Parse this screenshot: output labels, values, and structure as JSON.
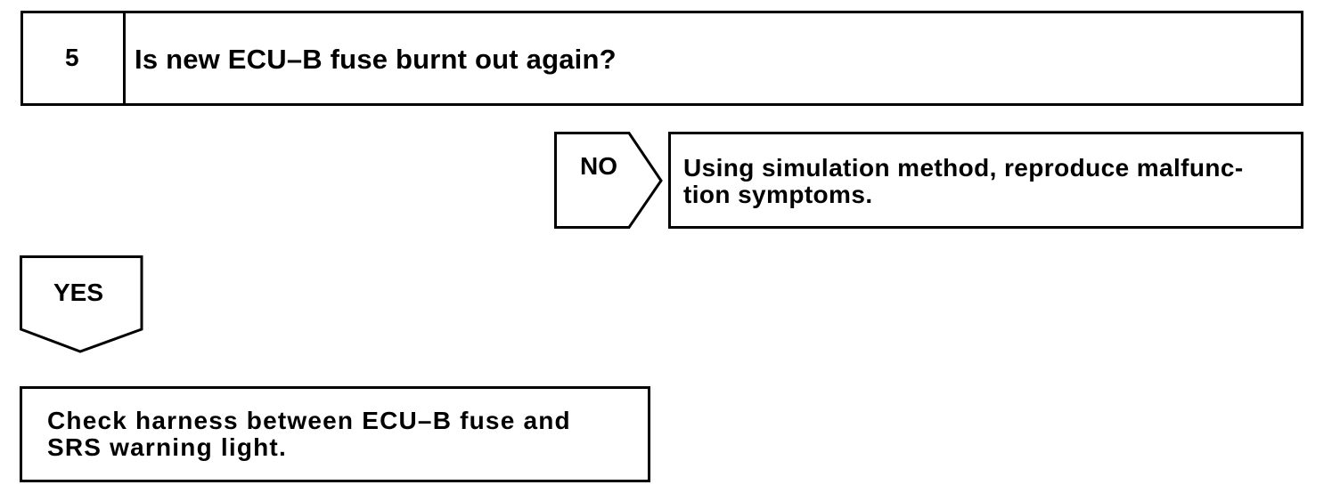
{
  "step": {
    "number": "5",
    "question": "Is new ECU–B fuse burnt out again?"
  },
  "branches": {
    "no": {
      "label": "NO",
      "result_line1": "Using simulation method, reproduce malfunc-",
      "result_line2": "tion symptoms."
    },
    "yes": {
      "label": "YES",
      "result_line1": "Check harness between ECU–B fuse and",
      "result_line2": "SRS warning light."
    }
  },
  "colors": {
    "line": "#000000",
    "background": "#ffffff"
  }
}
